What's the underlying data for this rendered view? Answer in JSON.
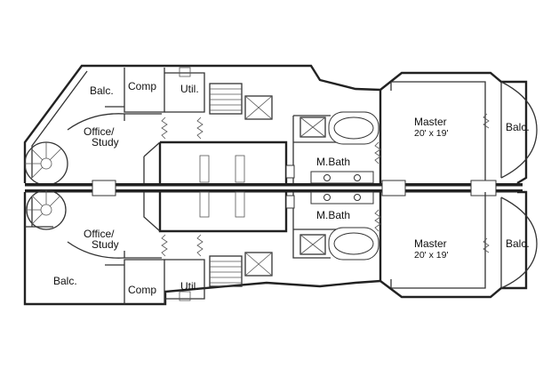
{
  "plan": {
    "upper": {
      "balc_left": "Balc.",
      "comp": "Comp",
      "util": "Util.",
      "office_line1": "Office/",
      "office_line2": "Study",
      "mbath": "M.Bath",
      "master": "Master",
      "master_dims": "20' x 19'",
      "balc_right": "Balc."
    },
    "lower": {
      "balc_left": "Balc.",
      "comp": "Comp",
      "util": "Util.",
      "office_line1": "Office/",
      "office_line2": "Study",
      "mbath": "M.Bath",
      "master": "Master",
      "master_dims": "20' x 19'",
      "balc_right": "Balc."
    }
  }
}
